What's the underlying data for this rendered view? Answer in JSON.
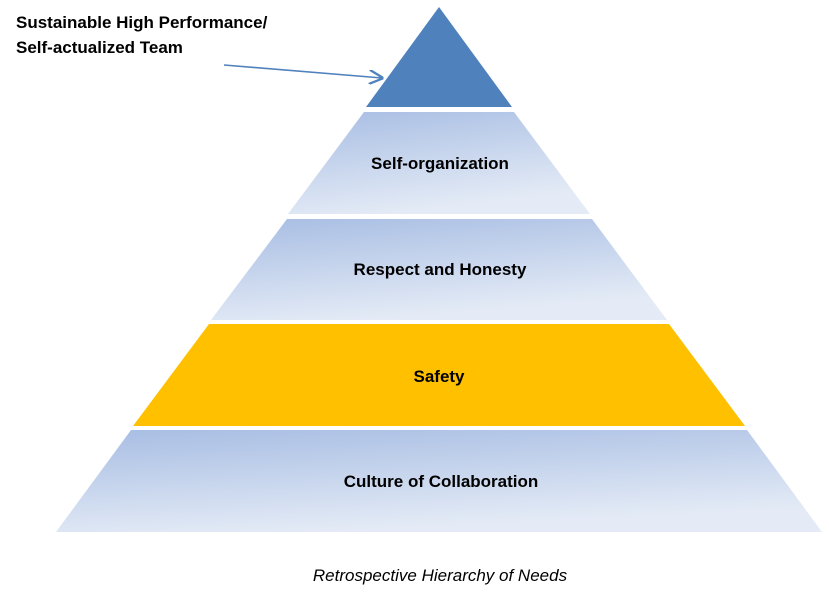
{
  "callout": {
    "line1": "Sustainable High Performance/",
    "line2": "Self-actualized Team"
  },
  "pyramid": {
    "apex": {
      "name": "apex",
      "color": "#4f81bd"
    },
    "tiers": [
      {
        "label": "Self-organization",
        "style": "blue-gradient"
      },
      {
        "label": "Respect and Honesty",
        "style": "blue-gradient"
      },
      {
        "label": "Safety",
        "style": "gold",
        "color": "#ffc000"
      },
      {
        "label": "Culture of Collaboration",
        "style": "blue-gradient"
      }
    ]
  },
  "colors": {
    "gradient_top": "#a7bde3",
    "gradient_bottom": "#e4ebf6",
    "arrow": "#4f81bd"
  },
  "caption": "Retrospective Hierarchy of Needs"
}
